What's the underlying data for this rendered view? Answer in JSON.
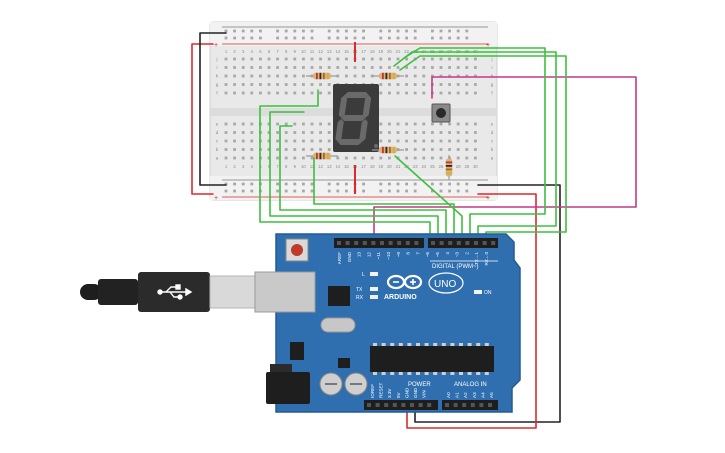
{
  "colors": {
    "board": "#2f6fb0",
    "wire_red": "#d92b2b",
    "wire_black": "#222222",
    "wire_green": "#3fbf3f",
    "wire_magenta": "#c23a8c",
    "display": "#3b3b3b",
    "segment_off": "#6a6a6a"
  },
  "arduino": {
    "brand": "ARDUINO",
    "model": "UNO",
    "digital_header": "DIGITAL (PWM~)",
    "power_header": "POWER",
    "analog_header": "ANALOG IN",
    "on_led": "ON",
    "l_led": "L",
    "tx": "TX",
    "rx": "RX",
    "digital_pins": [
      "AREF",
      "GND",
      "13",
      "12",
      "~11",
      "~10",
      "~9",
      "8",
      "7",
      "~6",
      "~5",
      "4",
      "~3",
      "2",
      "TX→1",
      "RX←0"
    ],
    "power_pins": [
      "IOREF",
      "RESET",
      "3.3V",
      "5V",
      "GND",
      "GND",
      "VIN"
    ],
    "analog_pins": [
      "A0",
      "A1",
      "A2",
      "A3",
      "A4",
      "A5"
    ]
  },
  "breadboard": {
    "col_numbers": [
      "1",
      "2",
      "3",
      "4",
      "5",
      "6",
      "7",
      "8",
      "9",
      "10",
      "11",
      "12",
      "13",
      "14",
      "15",
      "16",
      "17",
      "18",
      "19",
      "20",
      "21",
      "22",
      "23",
      "24",
      "25",
      "26",
      "27",
      "28",
      "29",
      "30"
    ],
    "rows_top": [
      "j",
      "i",
      "h",
      "g",
      "f"
    ],
    "rows_bottom": [
      "e",
      "d",
      "c",
      "b",
      "a"
    ],
    "rail_plus": "+",
    "rail_minus": "-"
  },
  "display": {
    "digit": "8"
  }
}
